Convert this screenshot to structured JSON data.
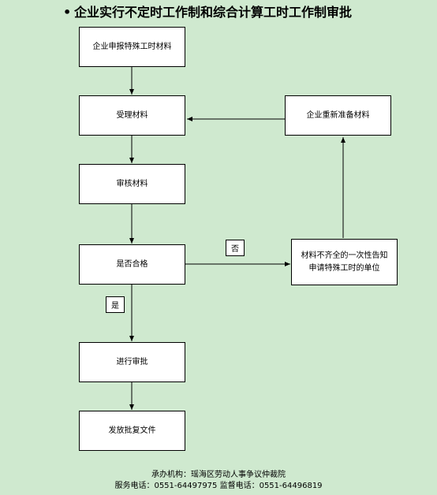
{
  "title": "企业实行不定时工作制和综合计算工时工作制审批",
  "nodes": {
    "submit": "企业申报特殊工时材料",
    "accept": "受理材料",
    "review": "审核材料",
    "qualified": "是否合格",
    "approve": "进行审批",
    "issue": "发放批复文件",
    "resubmit": "企业重新准备材料",
    "notify": "材料不齐全的一次性告知申请特殊工时的单位"
  },
  "labels": {
    "no": "否",
    "yes": "是"
  },
  "footer": {
    "org": "承办机构：瑶海区劳动人事争议仲裁院",
    "phones": "服务电话：0551-64497975  监督电话：0551-64496819"
  }
}
